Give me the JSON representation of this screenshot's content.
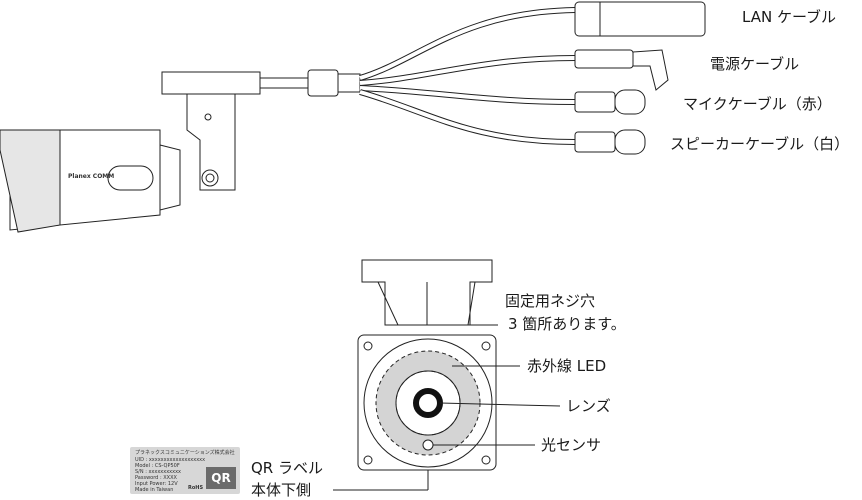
{
  "camera_top": {
    "brand": "Planex COMM",
    "cables": [
      {
        "label": "LAN ケーブル"
      },
      {
        "label": "電源ケーブル"
      },
      {
        "label": "マイクケーブル（赤）"
      },
      {
        "label": "スピーカーケーブル（白）"
      }
    ]
  },
  "camera_bottom": {
    "labels": {
      "screw_holes_line1": "固定用ネジ穴",
      "screw_holes_line2": "3 箇所あります。",
      "ir_led": "赤外線 LED",
      "lens": "レンズ",
      "light_sensor": "光センサ",
      "qr_label_line1": "QR ラベル",
      "qr_label_line2": "本体下側"
    }
  },
  "qr_card": {
    "company": "プラネックスコミュニケーションズ株式会社",
    "uid": "UID : xxxxxxxxxxxxxxxxxxx",
    "model": "Model : CS-QP50F",
    "serial": "S/N : xxxxxxxxxxx",
    "password": "Password : XXXX",
    "input_power": "Input Power: 12V",
    "made_in": "Made in Taiwan",
    "rohs": "RoHS",
    "badge": "QR"
  }
}
